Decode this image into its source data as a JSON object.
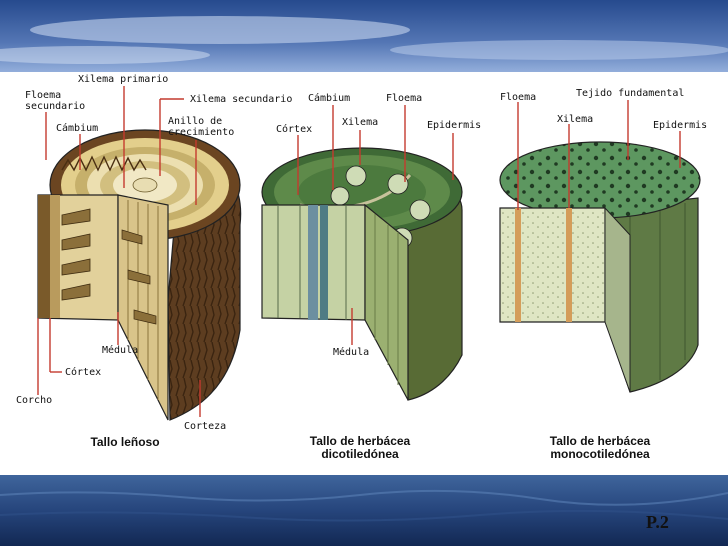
{
  "colors": {
    "sky_top": "#2c4f93",
    "sky_light": "#a7bfe3",
    "sea_dark": "#142a55",
    "sea_mid": "#3a5f95",
    "bark": "#5a3b1e",
    "wood": "#e6d8a6",
    "herb_green": "#4b7a3e",
    "herb_light": "#c9d8a9",
    "mono_green": "#4f8a52",
    "mono_light": "#dfe6c3",
    "label_line": "#c43a2f"
  },
  "woody": {
    "caption": "Tallo leñoso",
    "labels": {
      "xilema_primario": "Xilema primario",
      "floema_secundario": "Floema\nsecundario",
      "cambium": "Cámbium",
      "xilema_secundario": "Xilema secundario",
      "anillo": "Anillo de\ncrecimiento",
      "medula": "Médula",
      "cortex": "Córtex",
      "corcho": "Corcho",
      "corteza": "Corteza"
    }
  },
  "dicot": {
    "caption": "Tallo de herbácea\ndicotiledónea",
    "labels": {
      "cambium": "Cámbium",
      "floema": "Floema",
      "cortex": "Córtex",
      "xilema": "Xilema",
      "epidermis": "Epidermis",
      "medula": "Médula"
    }
  },
  "mono": {
    "caption": "Tallo de herbácea\nmonocotiledónea",
    "labels": {
      "floema": "Floema",
      "tejido": "Tejido fundamental",
      "xilema": "Xilema",
      "epidermis": "Epidermis"
    }
  },
  "page_label": "P.2"
}
